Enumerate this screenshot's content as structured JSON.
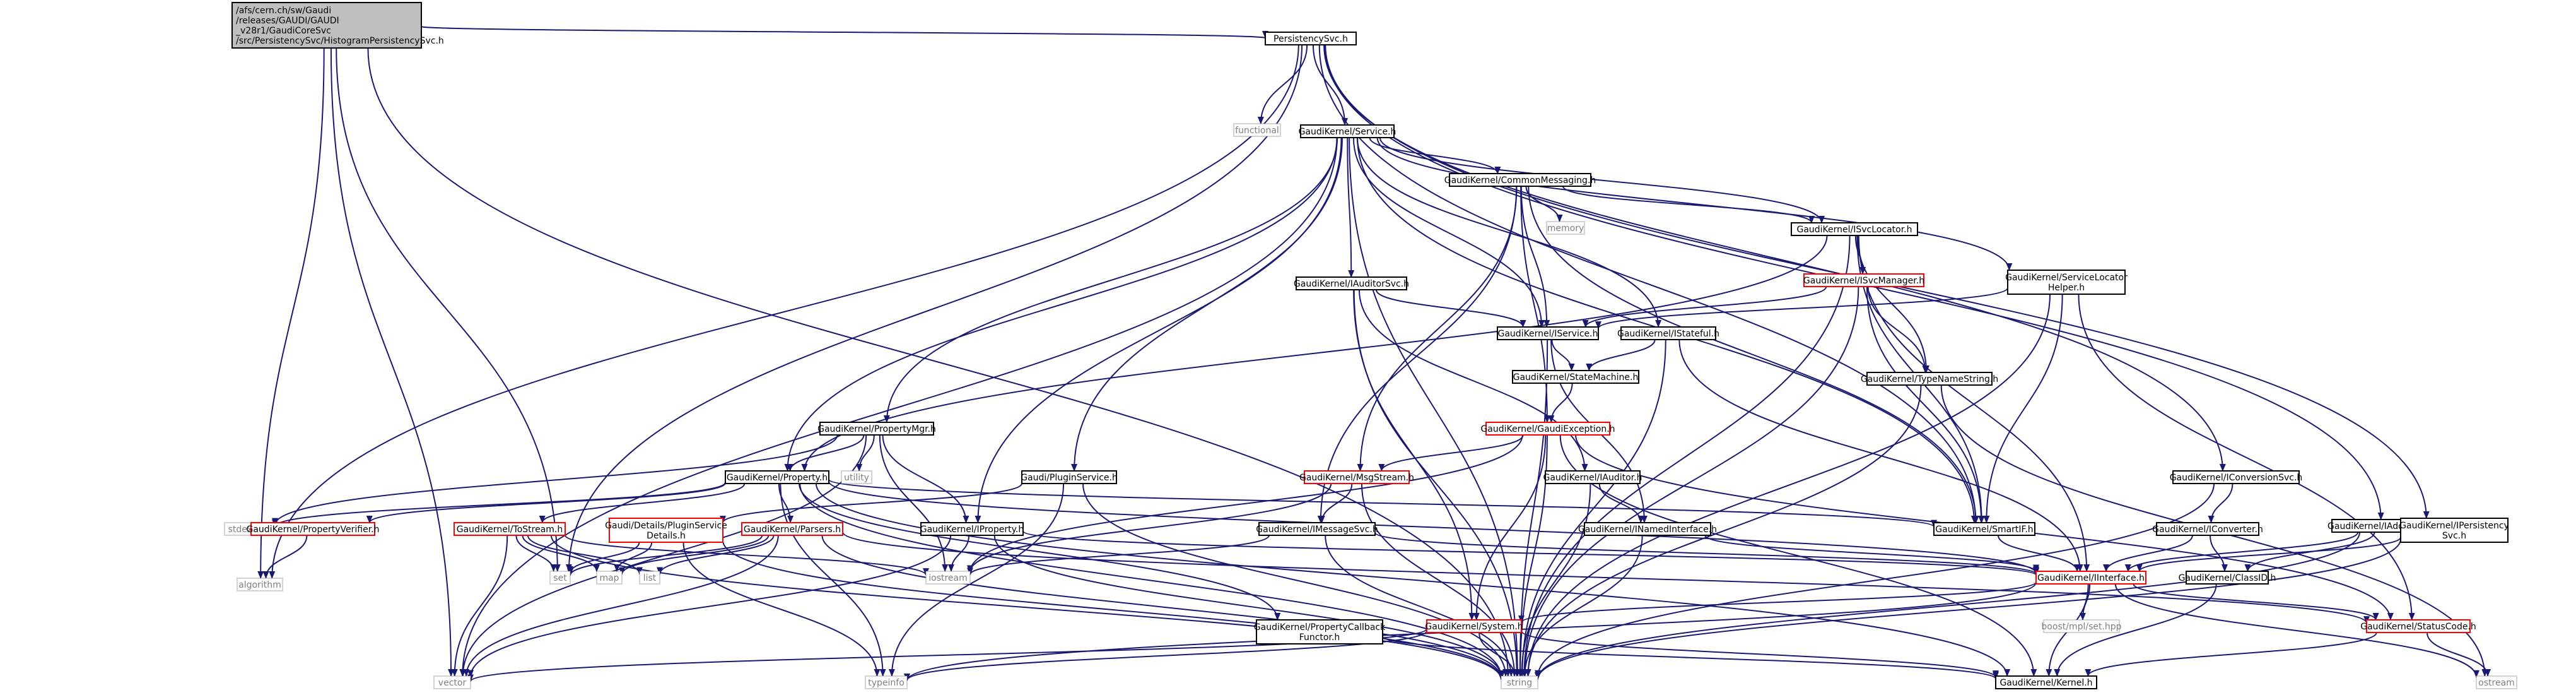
{
  "colors": {
    "edge": "#191970",
    "box_border": "#000000",
    "root_fill": "#bfbfbf",
    "broken_border": "#ff0000",
    "text": "#000000",
    "sys_text": "#7f7f7f",
    "background": "#ffffff"
  },
  "nodes": [
    {
      "id": "root",
      "kind": "root",
      "lines": [
        "/afs/cern.ch/sw/Gaudi",
        "/releases/GAUDI/GAUDI",
        "_v28r1/GaudiCoreSvc",
        "/src/PersistencySvc/HistogramPersistencySvc.h"
      ]
    },
    {
      "id": "persistency",
      "kind": "normal",
      "lines": [
        "PersistencySvc.h"
      ]
    },
    {
      "id": "functional",
      "kind": "system",
      "lines": [
        "functional"
      ]
    },
    {
      "id": "service",
      "kind": "normal",
      "lines": [
        "GaudiKernel/Service.h"
      ]
    },
    {
      "id": "commonmsg",
      "kind": "normal",
      "lines": [
        "GaudiKernel/CommonMessaging.h"
      ]
    },
    {
      "id": "memory",
      "kind": "system",
      "lines": [
        "memory"
      ]
    },
    {
      "id": "isvclocator",
      "kind": "normal",
      "lines": [
        "GaudiKernel/ISvcLocator.h"
      ]
    },
    {
      "id": "isvcmanager",
      "kind": "broken",
      "lines": [
        "GaudiKernel/ISvcManager.h"
      ]
    },
    {
      "id": "svclochelper",
      "kind": "normal",
      "lines": [
        "GaudiKernel/ServiceLocator",
        "Helper.h"
      ]
    },
    {
      "id": "iauditorsvc",
      "kind": "normal",
      "lines": [
        "GaudiKernel/IAuditorSvc.h"
      ]
    },
    {
      "id": "iservice",
      "kind": "normal",
      "lines": [
        "GaudiKernel/IService.h"
      ]
    },
    {
      "id": "istateful",
      "kind": "normal",
      "lines": [
        "GaudiKernel/IStateful.h"
      ]
    },
    {
      "id": "statemachine",
      "kind": "normal",
      "lines": [
        "GaudiKernel/StateMachine.h"
      ]
    },
    {
      "id": "typenamestring",
      "kind": "normal",
      "lines": [
        "GaudiKernel/TypeNameString.h"
      ]
    },
    {
      "id": "gaudiexception",
      "kind": "broken",
      "lines": [
        "GaudiKernel/GaudiException.h"
      ]
    },
    {
      "id": "propertymgr",
      "kind": "normal",
      "lines": [
        "GaudiKernel/PropertyMgr.h"
      ]
    },
    {
      "id": "utility",
      "kind": "system",
      "lines": [
        "utility"
      ]
    },
    {
      "id": "property",
      "kind": "normal",
      "lines": [
        "GaudiKernel/Property.h"
      ]
    },
    {
      "id": "pluginservice",
      "kind": "normal",
      "lines": [
        "Gaudi/PluginService.h"
      ]
    },
    {
      "id": "msgstream",
      "kind": "broken",
      "lines": [
        "GaudiKernel/MsgStream.h"
      ]
    },
    {
      "id": "iauditor",
      "kind": "normal",
      "lines": [
        "GaudiKernel/IAuditor.h"
      ]
    },
    {
      "id": "iconversionsvc",
      "kind": "normal",
      "lines": [
        "GaudiKernel/IConversionSvc.h"
      ]
    },
    {
      "id": "iaddresscreator",
      "kind": "normal",
      "lines": [
        "GaudiKernel/IAddressCreator.h"
      ]
    },
    {
      "id": "ipersistencysvc",
      "kind": "normal",
      "lines": [
        "GaudiKernel/IPersistency",
        "Svc.h"
      ]
    },
    {
      "id": "stdexcept",
      "kind": "system",
      "lines": [
        "stdexcept"
      ]
    },
    {
      "id": "propertyverifier",
      "kind": "broken",
      "lines": [
        "GaudiKernel/PropertyVerifier.h"
      ]
    },
    {
      "id": "algorithm",
      "kind": "system",
      "lines": [
        "algorithm"
      ]
    },
    {
      "id": "tostream",
      "kind": "broken",
      "lines": [
        "GaudiKernel/ToStream.h"
      ]
    },
    {
      "id": "pluginsvcdetails",
      "kind": "broken",
      "lines": [
        "Gaudi/Details/PluginService",
        "Details.h"
      ]
    },
    {
      "id": "parsers",
      "kind": "broken",
      "lines": [
        "GaudiKernel/Parsers.h"
      ]
    },
    {
      "id": "iproperty",
      "kind": "normal",
      "lines": [
        "GaudiKernel/IProperty.h"
      ]
    },
    {
      "id": "imessagesvc",
      "kind": "normal",
      "lines": [
        "GaudiKernel/IMessageSvc.h"
      ]
    },
    {
      "id": "inamedinterface",
      "kind": "normal",
      "lines": [
        "GaudiKernel/INamedInterface.h"
      ]
    },
    {
      "id": "smartif",
      "kind": "normal",
      "lines": [
        "GaudiKernel/SmartIF.h"
      ]
    },
    {
      "id": "iconverter",
      "kind": "normal",
      "lines": [
        "GaudiKernel/IConverter.h"
      ]
    },
    {
      "id": "iinterface",
      "kind": "broken",
      "lines": [
        "GaudiKernel/IInterface.h"
      ]
    },
    {
      "id": "classid",
      "kind": "normal",
      "lines": [
        "GaudiKernel/ClassID.h"
      ]
    },
    {
      "id": "set",
      "kind": "system",
      "lines": [
        "set"
      ]
    },
    {
      "id": "map",
      "kind": "system",
      "lines": [
        "map"
      ]
    },
    {
      "id": "list",
      "kind": "system",
      "lines": [
        "list"
      ]
    },
    {
      "id": "iostream",
      "kind": "system",
      "lines": [
        "iostream"
      ]
    },
    {
      "id": "propcallback",
      "kind": "normal",
      "lines": [
        "GaudiKernel/PropertyCallback",
        "Functor.h"
      ]
    },
    {
      "id": "system",
      "kind": "broken",
      "lines": [
        "GaudiKernel/System.h"
      ]
    },
    {
      "id": "boostmplset",
      "kind": "system",
      "lines": [
        "boost/mpl/set.hpp"
      ]
    },
    {
      "id": "statuscode",
      "kind": "broken",
      "lines": [
        "GaudiKernel/StatusCode.h"
      ]
    },
    {
      "id": "vector",
      "kind": "system",
      "lines": [
        "vector"
      ]
    },
    {
      "id": "typeinfo",
      "kind": "system",
      "lines": [
        "typeinfo"
      ]
    },
    {
      "id": "string",
      "kind": "system",
      "lines": [
        "string"
      ]
    },
    {
      "id": "kernel",
      "kind": "normal",
      "lines": [
        "GaudiKernel/Kernel.h"
      ]
    },
    {
      "id": "ostream",
      "kind": "system",
      "lines": [
        "ostream"
      ]
    }
  ],
  "edges": [
    [
      "root",
      "persistency"
    ],
    [
      "root",
      "vector"
    ],
    [
      "root",
      "set"
    ],
    [
      "root",
      "algorithm"
    ],
    [
      "root",
      "string"
    ],
    [
      "persistency",
      "functional"
    ],
    [
      "persistency",
      "service"
    ],
    [
      "persistency",
      "iconversionsvc"
    ],
    [
      "persistency",
      "iaddresscreator"
    ],
    [
      "persistency",
      "ipersistencysvc"
    ],
    [
      "persistency",
      "smartif"
    ],
    [
      "persistency",
      "set"
    ],
    [
      "persistency",
      "algorithm"
    ],
    [
      "service",
      "commonmsg"
    ],
    [
      "service",
      "iservice"
    ],
    [
      "service",
      "isvclocator"
    ],
    [
      "service",
      "svclochelper"
    ],
    [
      "service",
      "iauditorsvc"
    ],
    [
      "service",
      "istateful"
    ],
    [
      "service",
      "propertymgr"
    ],
    [
      "service",
      "property"
    ],
    [
      "service",
      "pluginservice"
    ],
    [
      "service",
      "iproperty"
    ],
    [
      "service",
      "smartif"
    ],
    [
      "service",
      "vector"
    ],
    [
      "service",
      "string"
    ],
    [
      "commonmsg",
      "memory"
    ],
    [
      "commonmsg",
      "isvclocator"
    ],
    [
      "commonmsg",
      "iservice"
    ],
    [
      "commonmsg",
      "msgstream"
    ],
    [
      "commonmsg",
      "imessagesvc"
    ],
    [
      "commonmsg",
      "gaudiexception"
    ],
    [
      "commonmsg",
      "smartif"
    ],
    [
      "isvclocator",
      "isvcmanager"
    ],
    [
      "isvclocator",
      "typenamestring"
    ],
    [
      "isvclocator",
      "smartif"
    ],
    [
      "isvclocator",
      "iinterface"
    ],
    [
      "isvclocator",
      "string"
    ],
    [
      "isvclocator",
      "property"
    ],
    [
      "isvcmanager",
      "iservice"
    ],
    [
      "isvcmanager",
      "typenamestring"
    ],
    [
      "isvcmanager",
      "smartif"
    ],
    [
      "isvcmanager",
      "string"
    ],
    [
      "svclochelper",
      "iservice"
    ],
    [
      "svclochelper",
      "smartif"
    ],
    [
      "svclochelper",
      "statuscode"
    ],
    [
      "svclochelper",
      "string"
    ],
    [
      "iauditorsvc",
      "iservice"
    ],
    [
      "iauditorsvc",
      "iauditor"
    ],
    [
      "iauditorsvc",
      "system"
    ],
    [
      "iauditorsvc",
      "string"
    ],
    [
      "iservice",
      "statemachine"
    ],
    [
      "iservice",
      "inamedinterface"
    ],
    [
      "iservice",
      "string"
    ],
    [
      "istateful",
      "statemachine"
    ],
    [
      "istateful",
      "iinterface"
    ],
    [
      "istateful",
      "string"
    ],
    [
      "statemachine",
      "gaudiexception"
    ],
    [
      "typenamestring",
      "string"
    ],
    [
      "typenamestring",
      "ostream"
    ],
    [
      "gaudiexception",
      "msgstream"
    ],
    [
      "gaudiexception",
      "system"
    ],
    [
      "gaudiexception",
      "kernel"
    ],
    [
      "gaudiexception",
      "string"
    ],
    [
      "gaudiexception",
      "iostream"
    ],
    [
      "gaudiexception",
      "statuscode"
    ],
    [
      "propertymgr",
      "utility"
    ],
    [
      "propertymgr",
      "property"
    ],
    [
      "propertymgr",
      "iproperty"
    ],
    [
      "propertymgr",
      "stdexcept"
    ],
    [
      "propertymgr",
      "iostream"
    ],
    [
      "propertymgr",
      "vector"
    ],
    [
      "property",
      "stdexcept"
    ],
    [
      "property",
      "propertyverifier"
    ],
    [
      "property",
      "tostream"
    ],
    [
      "property",
      "parsers"
    ],
    [
      "property",
      "propcallback"
    ],
    [
      "property",
      "smartif"
    ],
    [
      "property",
      "iinterface"
    ],
    [
      "property",
      "typeinfo"
    ],
    [
      "property",
      "string"
    ],
    [
      "property",
      "kernel"
    ],
    [
      "pluginservice",
      "pluginsvcdetails"
    ],
    [
      "pluginservice",
      "string"
    ],
    [
      "pluginservice",
      "typeinfo"
    ],
    [
      "msgstream",
      "imessagesvc"
    ],
    [
      "msgstream",
      "string"
    ],
    [
      "msgstream",
      "iostream"
    ],
    [
      "iauditor",
      "inamedinterface"
    ],
    [
      "iauditor",
      "string"
    ],
    [
      "iconversionsvc",
      "iconverter"
    ],
    [
      "iconversionsvc",
      "string"
    ],
    [
      "iaddresscreator",
      "iinterface"
    ],
    [
      "iaddresscreator",
      "classid"
    ],
    [
      "iaddresscreator",
      "string"
    ],
    [
      "ipersistencysvc",
      "iinterface"
    ],
    [
      "ipersistencysvc",
      "string"
    ],
    [
      "propertyverifier",
      "algorithm"
    ],
    [
      "tostream",
      "set"
    ],
    [
      "tostream",
      "map"
    ],
    [
      "tostream",
      "list"
    ],
    [
      "tostream",
      "vector"
    ],
    [
      "tostream",
      "string"
    ],
    [
      "tostream",
      "iostream"
    ],
    [
      "pluginsvcdetails",
      "map"
    ],
    [
      "pluginsvcdetails",
      "set"
    ],
    [
      "pluginsvcdetails",
      "typeinfo"
    ],
    [
      "pluginsvcdetails",
      "string"
    ],
    [
      "parsers",
      "set"
    ],
    [
      "parsers",
      "map"
    ],
    [
      "parsers",
      "list"
    ],
    [
      "parsers",
      "vector"
    ],
    [
      "parsers",
      "string"
    ],
    [
      "parsers",
      "statuscode"
    ],
    [
      "iproperty",
      "iinterface"
    ],
    [
      "iproperty",
      "iostream"
    ],
    [
      "iproperty",
      "vector"
    ],
    [
      "iproperty",
      "string"
    ],
    [
      "imessagesvc",
      "iinterface"
    ],
    [
      "imessagesvc",
      "iostream"
    ],
    [
      "imessagesvc",
      "string"
    ],
    [
      "inamedinterface",
      "iinterface"
    ],
    [
      "inamedinterface",
      "string"
    ],
    [
      "smartif",
      "iinterface"
    ],
    [
      "iconverter",
      "iinterface"
    ],
    [
      "iconverter",
      "classid"
    ],
    [
      "iinterface",
      "system"
    ],
    [
      "iinterface",
      "boostmplset"
    ],
    [
      "iinterface",
      "statuscode"
    ],
    [
      "iinterface",
      "kernel"
    ],
    [
      "iinterface",
      "typeinfo"
    ],
    [
      "iinterface",
      "ostream"
    ],
    [
      "classid",
      "kernel"
    ],
    [
      "system",
      "kernel"
    ],
    [
      "system",
      "string"
    ],
    [
      "system",
      "vector"
    ],
    [
      "system",
      "typeinfo"
    ],
    [
      "statuscode",
      "kernel"
    ],
    [
      "statuscode",
      "ostream"
    ],
    [
      "propcallback",
      "kernel"
    ]
  ]
}
